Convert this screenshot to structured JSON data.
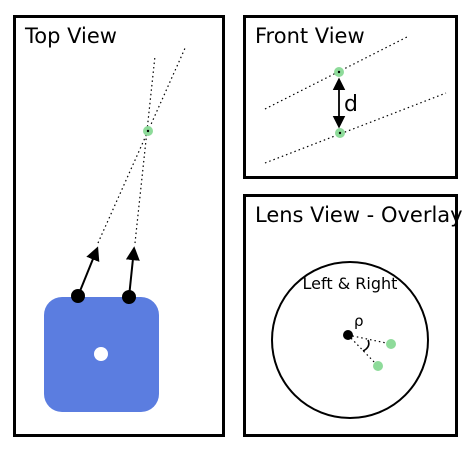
{
  "panels": {
    "top": {
      "title": "Top View"
    },
    "front": {
      "title": "Front View",
      "distance_label": "d"
    },
    "lens": {
      "title": "Lens View - Overlay",
      "caption": "Left & Right",
      "angle_label": "ρ"
    }
  },
  "colors": {
    "device": "#5b7de0",
    "point": "#8edb9a",
    "ink": "#000000"
  }
}
